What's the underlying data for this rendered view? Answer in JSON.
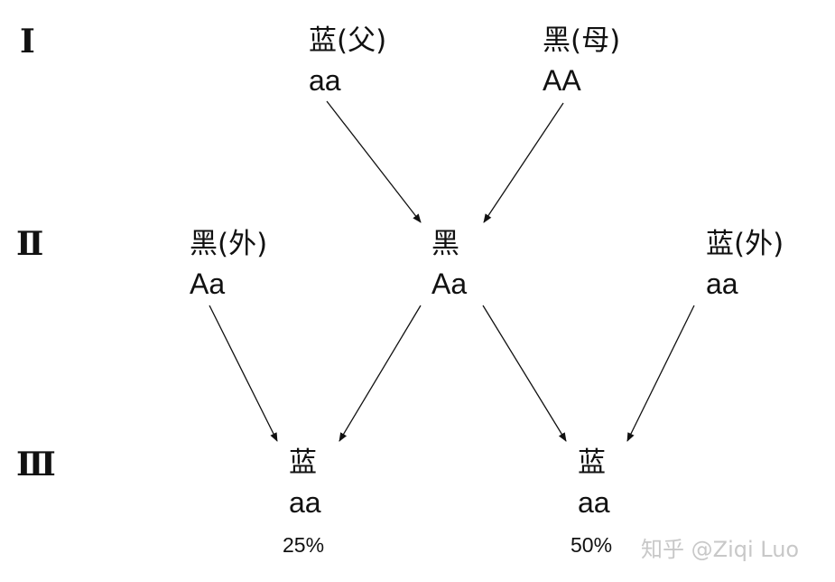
{
  "generations": [
    "Ⅰ",
    "Ⅱ",
    "Ⅲ"
  ],
  "nodes": {
    "father": {
      "phenotype": "蓝(父)",
      "genotype": "aa"
    },
    "mother": {
      "phenotype": "黑(母)",
      "genotype": "AA"
    },
    "outsider_black": {
      "phenotype": "黑(外)",
      "genotype": "Aa"
    },
    "child": {
      "phenotype": "黑",
      "genotype": "Aa"
    },
    "outsider_blue": {
      "phenotype": "蓝(外)",
      "genotype": "aa"
    },
    "grandchild_left": {
      "phenotype": "蓝",
      "genotype": "aa",
      "probability": "25%"
    },
    "grandchild_right": {
      "phenotype": "蓝",
      "genotype": "aa",
      "probability": "50%"
    }
  },
  "edges": [
    {
      "from": "father",
      "to": "child"
    },
    {
      "from": "mother",
      "to": "child"
    },
    {
      "from": "outsider_black",
      "to": "grandchild_left"
    },
    {
      "from": "child",
      "to": "grandchild_left"
    },
    {
      "from": "child",
      "to": "grandchild_right"
    },
    {
      "from": "outsider_blue",
      "to": "grandchild_right"
    }
  ],
  "watermark": "知乎 @Ziqi Luo"
}
